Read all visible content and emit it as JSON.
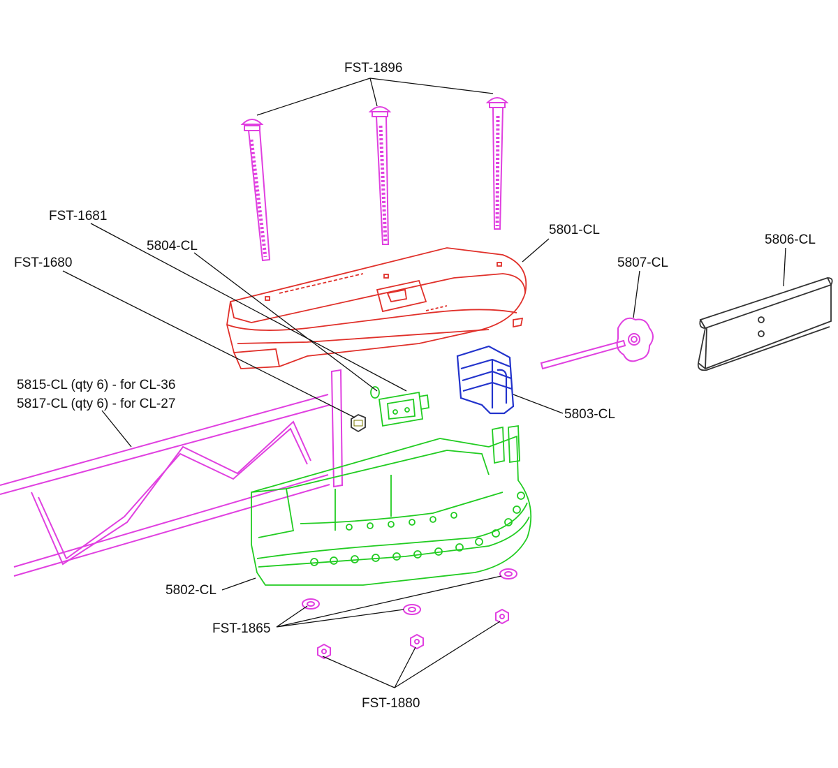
{
  "labels": {
    "fst_1896": "FST-1896",
    "fst_1681": "FST-1681",
    "fst_1680": "FST-1680",
    "p5804": "5804-CL",
    "p5801": "5801-CL",
    "p5806": "5806-CL",
    "p5807": "5807-CL",
    "p5803": "5803-CL",
    "p5815": "5815-CL (qty 6) - for CL-36",
    "p5817": "5817-CL (qty 6) - for CL-27",
    "p5802": "5802-CL",
    "fst_1865": "FST-1865",
    "fst_1880": "FST-1880"
  },
  "colors": {
    "fasteners": "#e040e0",
    "top_housing": "#e0302a",
    "bottom_housing": "#22cc22",
    "clip": "#2233cc",
    "bracket": "#333333",
    "leaders": "#111111"
  }
}
